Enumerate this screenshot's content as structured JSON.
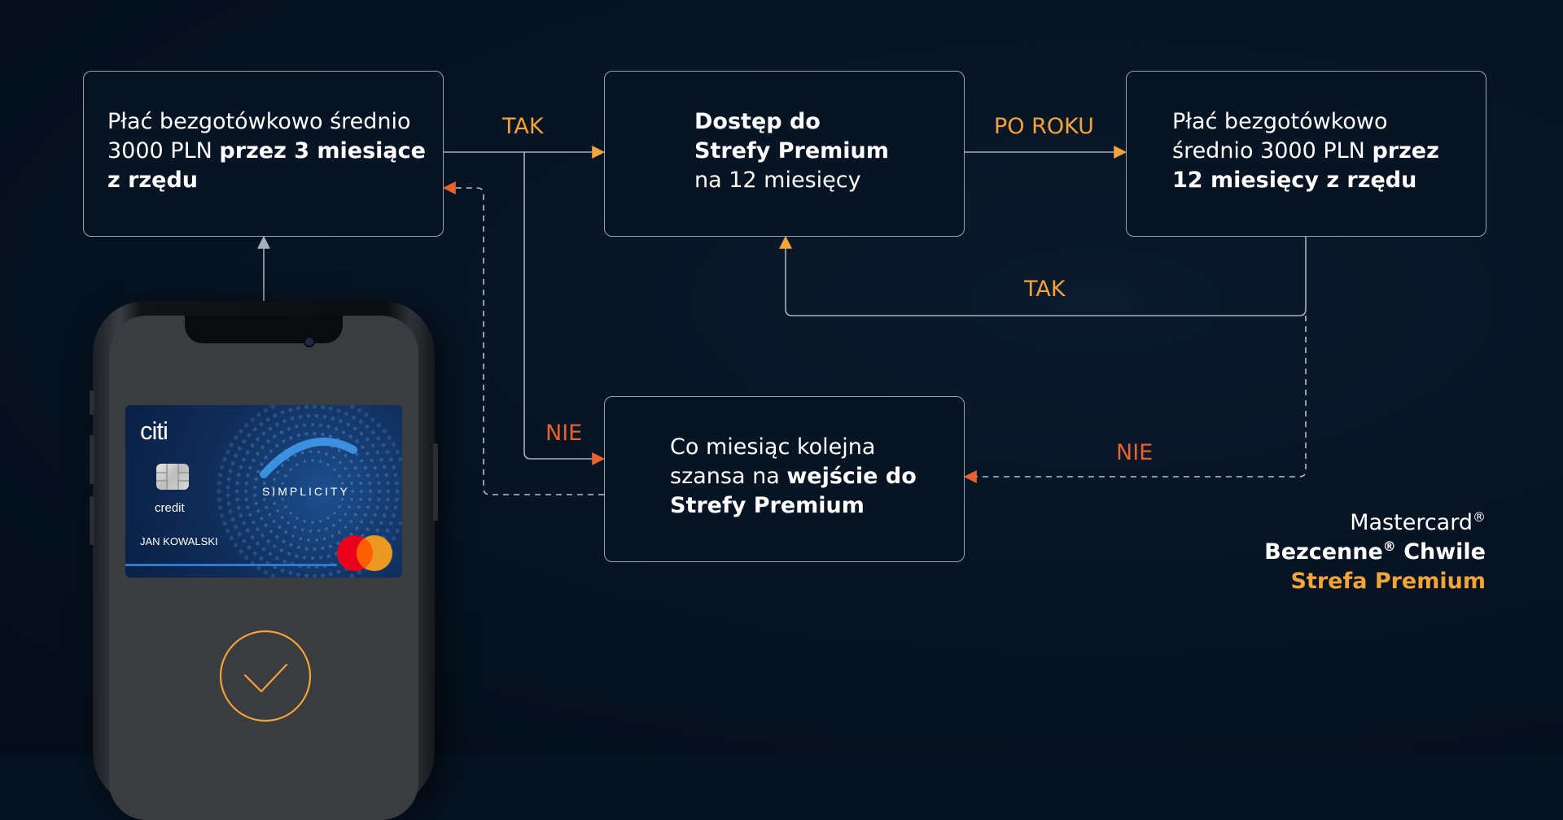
{
  "boxes": {
    "start": {
      "line1": "Płać bezgotówkowo średnio",
      "line2_regular": "3000 PLN ",
      "line2_bold": "przez 3 miesiące",
      "line3_bold": "z rzędu"
    },
    "access": {
      "line1_bold": "Dostęp do",
      "line2_bold": "Strefy Premium",
      "line3": "na 12 miesięcy"
    },
    "renew": {
      "line1": "Płać bezgotówkowo",
      "line2_regular": "średnio 3000 PLN ",
      "line2_bold": "przez",
      "line3_bold": "12 miesięcy z rzędu"
    },
    "monthly": {
      "line1": "Co miesiąc kolejna",
      "line2_regular": "szansa na ",
      "line2_bold": "wejście do",
      "line3_bold": "Strefy Premium"
    }
  },
  "edges": {
    "start_to_access": "TAK",
    "access_to_renew": "PO ROKU",
    "renew_to_access": "TAK",
    "start_to_monthly": "NIE",
    "renew_to_monthly": "NIE"
  },
  "brand": {
    "line1": "Mastercard",
    "line2a": "Bezcenne",
    "line2b": " Chwile",
    "line3": "Strefa Premium",
    "registered_mark": "®"
  },
  "card": {
    "issuer_logo": "citi",
    "product": "SIMPLICITY",
    "type": "credit",
    "holder": "JAN KOWALSKI"
  },
  "colors": {
    "background": "#061221",
    "box_border": "#9aa3ad",
    "yes_label": "#f2a33a",
    "no_label": "#e8622f",
    "solid_line": "#a7afb8",
    "dashed_line": "#b9c0c8",
    "accent_orange": "#f2a33a"
  },
  "icons": {
    "checkmark": "check-circle-icon",
    "chip": "chip-icon",
    "mastercard": "mastercard-logo-icon"
  }
}
